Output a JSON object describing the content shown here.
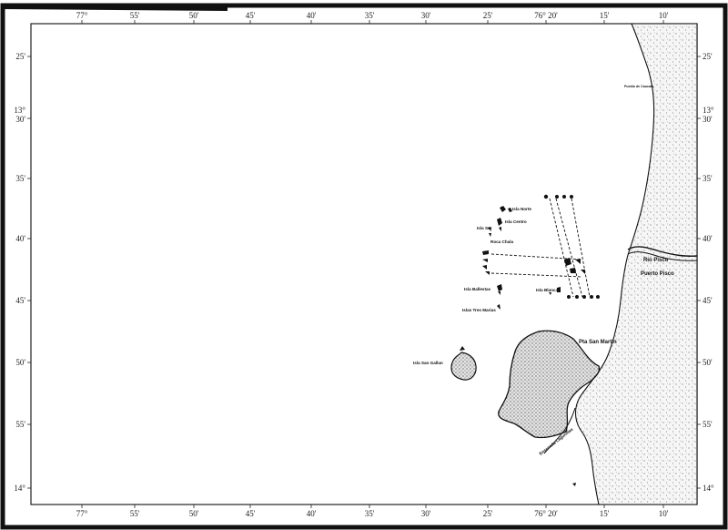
{
  "map": {
    "top_ticks": [
      "77°",
      "55'",
      "50'",
      "45'",
      "40'",
      "35'",
      "30'",
      "25'",
      "76° 20'",
      "15'",
      "10'"
    ],
    "bottom_ticks": [
      "77°",
      "55'",
      "50'",
      "45'",
      "40'",
      "35'",
      "30'",
      "25'",
      "76° 20'",
      "15'",
      "10'"
    ],
    "left_ticks": [
      "25'",
      "30'",
      "35'",
      "40'",
      "45'",
      "50'",
      "55'",
      "14°"
    ],
    "left_degree_label": "13°",
    "right_ticks": [
      "25'",
      "30'",
      "35'",
      "40'",
      "45'",
      "50'",
      "55'",
      "14°"
    ],
    "right_degree_label": "13°",
    "places": {
      "isla_norte": "Isla Norte",
      "isla_sur": "Isla Sur",
      "isla_centro": "Isla Centro",
      "roca_chala": "Roca Chala",
      "isla_ballestas": "Isla Ballestas",
      "isla_blanca": "Isla Blanca",
      "islas_tres_marias": "Islas Tres Marias",
      "isla_san_gallan": "Isla San Gallan",
      "rio_pisco": "Rio Pisco",
      "puerto_pisco": "Puerto Pisco",
      "pta_san_martin": "Pta San Martin",
      "ensenada_lagunillas": "Ensenada Lagunillas",
      "pueblo_top": "Pueblo de Caucato"
    }
  }
}
